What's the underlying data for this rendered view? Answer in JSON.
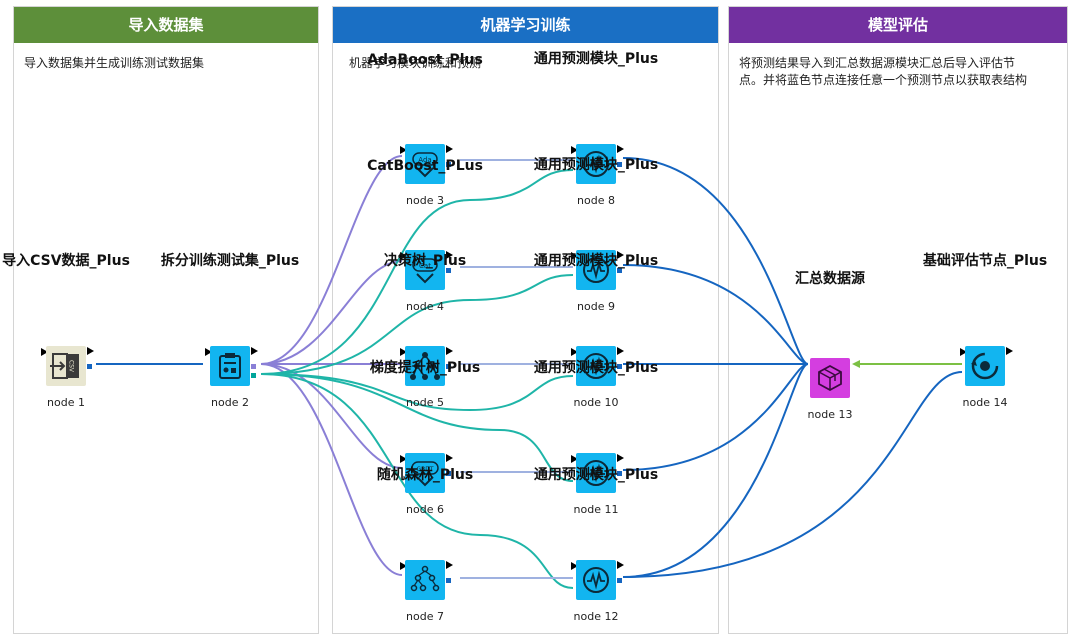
{
  "panels": [
    {
      "title": "导入数据集",
      "desc": "导入数据集并生成训练测试数据集",
      "color": "#5d8f3a"
    },
    {
      "title": "机器学习训练",
      "desc": "机器学习模块训练和预测",
      "color": "#1a6fc4"
    },
    {
      "title": "模型评估",
      "desc": "将预测结果导入到汇总数据源模块汇总后导入评估节点。并将蓝色节点连接任意一个预测节点以获取表结构",
      "color": "#7230a0"
    }
  ],
  "nodes": [
    {
      "id": "n1",
      "title": "导入CSV数据_Plus",
      "label": "node 1",
      "icon": "csv-import-icon",
      "color": "#e8e6d0"
    },
    {
      "id": "n2",
      "title": "拆分训练测试集_Plus",
      "label": "node 2",
      "icon": "split-icon",
      "color": "#12b5f0"
    },
    {
      "id": "n3",
      "title": "AdaBoost_Plus",
      "label": "node 3",
      "icon": "adaboost-icon",
      "color": "#12b5f0",
      "tag": "Ada"
    },
    {
      "id": "n4",
      "title": "CatBoost_PLus",
      "label": "node 4",
      "icon": "catboost-icon",
      "color": "#12b5f0",
      "tag": "Cat"
    },
    {
      "id": "n5",
      "title": "决策树_Plus",
      "label": "node 5",
      "icon": "decision-tree-icon",
      "color": "#12b5f0"
    },
    {
      "id": "n6",
      "title": "梯度提升树_Plus",
      "label": "node 6",
      "icon": "gbdt-icon",
      "color": "#12b5f0",
      "tag": "GBDT"
    },
    {
      "id": "n7",
      "title": "随机森林_Plus",
      "label": "node 7",
      "icon": "random-forest-icon",
      "color": "#12b5f0"
    },
    {
      "id": "n8",
      "title": "通用预测模块_Plus",
      "label": "node 8",
      "icon": "predict-icon",
      "color": "#12b5f0"
    },
    {
      "id": "n9",
      "title": "通用预测模块_Plus",
      "label": "node 9",
      "icon": "predict-icon",
      "color": "#12b5f0"
    },
    {
      "id": "n10",
      "title": "通用预测模块_Plus",
      "label": "node 10",
      "icon": "predict-icon",
      "color": "#12b5f0"
    },
    {
      "id": "n11",
      "title": "通用预测模块_Plus",
      "label": "node 11",
      "icon": "predict-icon",
      "color": "#12b5f0"
    },
    {
      "id": "n12",
      "title": "通用预测模块_Plus",
      "label": "node 12",
      "icon": "predict-icon",
      "color": "#12b5f0"
    },
    {
      "id": "n13",
      "title": "汇总数据源",
      "label": "node 13",
      "icon": "cube-icon",
      "color": "#d43ee0"
    },
    {
      "id": "n14",
      "title": "基础评估节点_Plus",
      "label": "node 14",
      "icon": "evaluate-icon",
      "color": "#12b5f0"
    }
  ],
  "edge_colors": {
    "data": "#1565c0",
    "model": "#8a7fd6",
    "test": "#1fb5a8",
    "schema": "#7cc044"
  }
}
